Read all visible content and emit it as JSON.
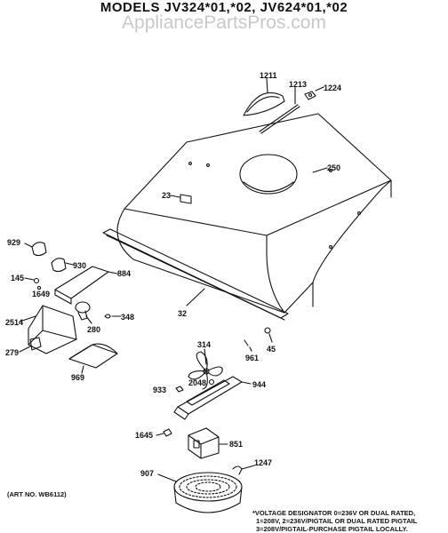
{
  "title": "MODELS JV324*01,*02, JV624*01,*02",
  "watermark": "AppliancePartsPros.com",
  "art_no": "(ART NO. WB6112)",
  "note_lines": [
    "*VOLTAGE DESIGNATOR 0=236V OR DUAL RATED,",
    "1=208V, 2=236V/PIGTAIL OR DUAL RATED PIGTAIL",
    "3=208V/PIGTAIL-PURCHASE PIGTAIL LOCALLY."
  ],
  "parts": {
    "p1211": "1211",
    "p1213": "1213",
    "p1224": "1224",
    "p250": "250",
    "p23": "23",
    "p929": "929",
    "p930": "930",
    "p884": "884",
    "p145": "145",
    "p1649": "1649",
    "p2514": "2514",
    "p348": "348",
    "p32": "32",
    "p45": "45",
    "p280": "280",
    "p279": "279",
    "p969": "969",
    "p314": "314",
    "p961": "961",
    "p2048": "2048",
    "p944": "944",
    "p933": "933",
    "p1645": "1645",
    "p851": "851",
    "p1247": "1247",
    "p907": "907"
  }
}
